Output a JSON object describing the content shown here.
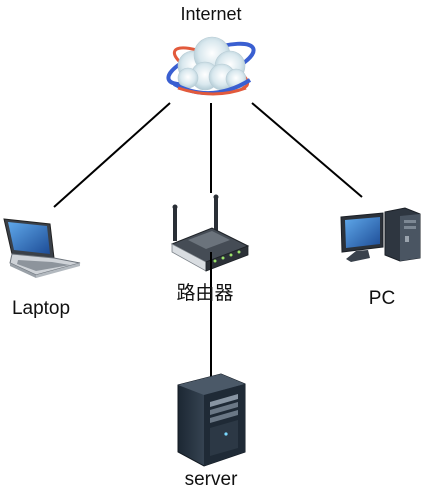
{
  "nodes": {
    "internet": {
      "label": "Internet",
      "icon": "cloud-icon"
    },
    "laptop": {
      "label": "Laptop",
      "icon": "laptop-icon"
    },
    "router": {
      "label": "路由器",
      "icon": "router-icon"
    },
    "pc": {
      "label": "PC",
      "icon": "desktop-pc-icon"
    },
    "server": {
      "label": "server",
      "icon": "server-tower-icon"
    }
  },
  "connections": [
    {
      "from": "internet",
      "to": "laptop"
    },
    {
      "from": "internet",
      "to": "router"
    },
    {
      "from": "internet",
      "to": "pc"
    },
    {
      "from": "router",
      "to": "server"
    }
  ],
  "colors": {
    "line": "#000000",
    "cloud": "#dbe9ef",
    "orbit_blue": "#3a5fd1",
    "orbit_red": "#e25a3c",
    "device_dark": "#2f3640",
    "screen_blue": "#2f6fc3"
  }
}
